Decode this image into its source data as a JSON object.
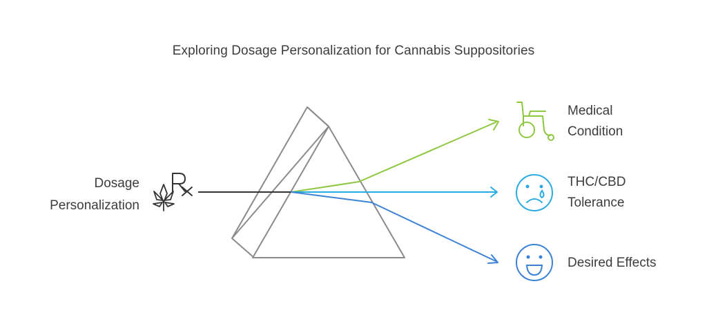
{
  "title": "Exploring Dosage Personalization for Cannabis Suppositories",
  "input": {
    "label_line1": "Dosage",
    "label_line2": "Personalization",
    "icons": [
      "prescription-icon",
      "cannabis-leaf-icon"
    ]
  },
  "outputs": [
    {
      "line1": "Medical",
      "line2": "Condition",
      "icon": "wheelchair-icon",
      "color": "#8dc63f"
    },
    {
      "line1": "THC/CBD",
      "line2": "Tolerance",
      "icon": "sad-face-icon",
      "color": "#29abe2"
    },
    {
      "line1": "Desired Effects",
      "line2": "",
      "icon": "happy-face-icon",
      "color": "#3b82d6"
    }
  ],
  "colors": {
    "prism": "#8a8a8a",
    "input_ray": "#333333",
    "text": "#3c3c3c"
  }
}
